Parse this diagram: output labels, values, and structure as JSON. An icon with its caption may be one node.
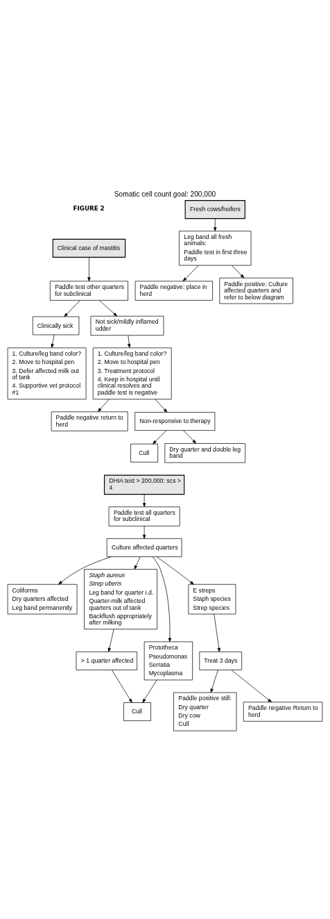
{
  "diagram": {
    "title": "Somatic cell count goal: 200,000",
    "nodes": [
      {
        "text": [
          "Clinical case of mastitis"
        ]
      },
      {
        "text": [
          "Fresh cows/heifers"
        ]
      },
      {
        "text": [
          "Paddle test other quarters for subclinical"
        ]
      },
      {
        "text": [
          "Leg band all fresh animals:",
          "Paddle test in first three days"
        ]
      },
      {
        "text": [
          "Paddle negative: place in herd"
        ]
      },
      {
        "text": [
          "Clinically sick"
        ]
      },
      {
        "text": [
          "Not sick/mildly inflamed udder"
        ]
      },
      {
        "text": [
          "Paddle positive: Culture affected quarters and refer to below diagram"
        ]
      },
      {
        "text": [
          "1. Culture/leg band color?",
          "2. Move to hospital pen",
          "3. Defer affected milk out of tank",
          "4. Supportive vet protocol #1"
        ]
      },
      {
        "text": [
          "1. Culture/leg band color?",
          "2. Move to hospital pen",
          "3. Treatment protocol",
          "4. Keep in hospital until clinical resolves and paddle test is negative"
        ]
      },
      {
        "text": [
          "Paddle negative return to herd"
        ]
      },
      {
        "text": [
          "Non-responsive to therapy"
        ]
      },
      {
        "text": [
          "Cull"
        ]
      },
      {
        "text": [
          "Dry quarter and double leg band"
        ]
      },
      {
        "text": [
          "DHIA test > 200,000: scs > 4"
        ]
      },
      {
        "text": [
          "Paddle test all quarters for subclinical"
        ]
      },
      {
        "text": [
          "Culture affected quarters"
        ]
      },
      {
        "text": [
          "Coliforms",
          "Dry quarters affected",
          "Leg band permanently"
        ]
      },
      {
        "text": [
          "Staph aureus",
          "Strep uberis",
          "Leg band for quarter i.d.",
          "Quarter-milk affected quarters out of tank",
          "Backflush appropriately after milking"
        ]
      },
      {
        "text": [
          "E streps",
          "Staph species",
          "Strep species"
        ]
      },
      {
        "text": [
          "Prototheca",
          "Pseudomonas",
          "Serratia",
          "Mycoplasma"
        ]
      },
      {
        "text": [
          "Treat 3 days"
        ]
      },
      {
        "text": [
          "Paddle positive still:",
          "Dry quarter",
          "Dry cow",
          "Cull"
        ]
      },
      {
        "text": [
          "Cull"
        ]
      },
      {
        "text": [
          "> 1 quarter affected"
        ]
      },
      {
        "text": [
          "Paddle negative Return to herd"
        ]
      }
    ],
    "edges": [
      {
        "from": 0,
        "to": 2,
        "arrow": "to"
      },
      {
        "from": 1,
        "to": 3,
        "arrow": "to"
      },
      {
        "from": 3,
        "to": 4,
        "arrow": "to"
      },
      {
        "from": 3,
        "to": 7,
        "arrow": "to"
      },
      {
        "from": 2,
        "to": 5,
        "arrow": "to"
      },
      {
        "from": 2,
        "to": 6,
        "arrow": "to"
      },
      {
        "from": 5,
        "to": 8,
        "arrow": "to"
      },
      {
        "from": 6,
        "to": 9,
        "arrow": "to"
      },
      {
        "from": 9,
        "to": 10,
        "arrow": "to"
      },
      {
        "from": 9,
        "to": 11,
        "arrow": "to"
      },
      {
        "from": 11,
        "to": 12,
        "arrow": "to"
      },
      {
        "from": 11,
        "to": 13,
        "arrow": "to"
      },
      {
        "from": 14,
        "to": 15,
        "arrow": "to"
      },
      {
        "from": 15,
        "to": 16,
        "arrow": "to"
      },
      {
        "from": 16,
        "to": 17,
        "arrow": "to"
      },
      {
        "from": 16,
        "to": 18,
        "arrow": "to"
      },
      {
        "from": 16,
        "to": 19,
        "arrow": "to"
      },
      {
        "from": 16,
        "to": 20,
        "arrow": "to"
      },
      {
        "from": 19,
        "to": 21,
        "arrow": "to"
      },
      {
        "from": 21,
        "to": 25,
        "arrow": "to"
      },
      {
        "from": 21,
        "to": 22,
        "arrow": "to"
      },
      {
        "from": 20,
        "to": 23,
        "arrow": "to"
      },
      {
        "from": 18,
        "to": 24,
        "arrow": "to"
      },
      {
        "from": 24,
        "to": 23,
        "arrow": "to"
      }
    ],
    "labels": [
      "FIGURE 2"
    ]
  }
}
